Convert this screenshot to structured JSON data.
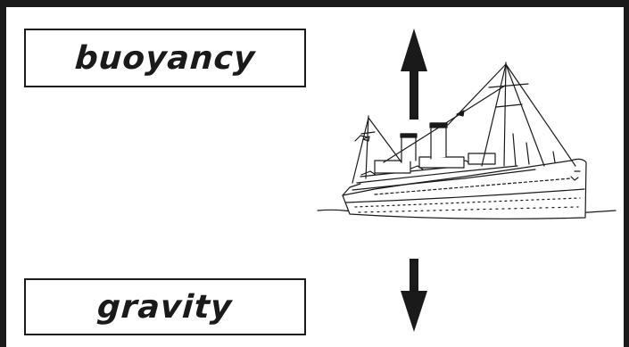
{
  "labels": {
    "top": "buoyancy",
    "bottom": "gravity"
  },
  "colors": {
    "ink": "#1a1a1a",
    "background": "#ffffff"
  },
  "icons": {
    "up_arrow": "arrow-up-icon",
    "down_arrow": "arrow-down-icon",
    "ship": "ocean-liner-ship-illustration"
  }
}
